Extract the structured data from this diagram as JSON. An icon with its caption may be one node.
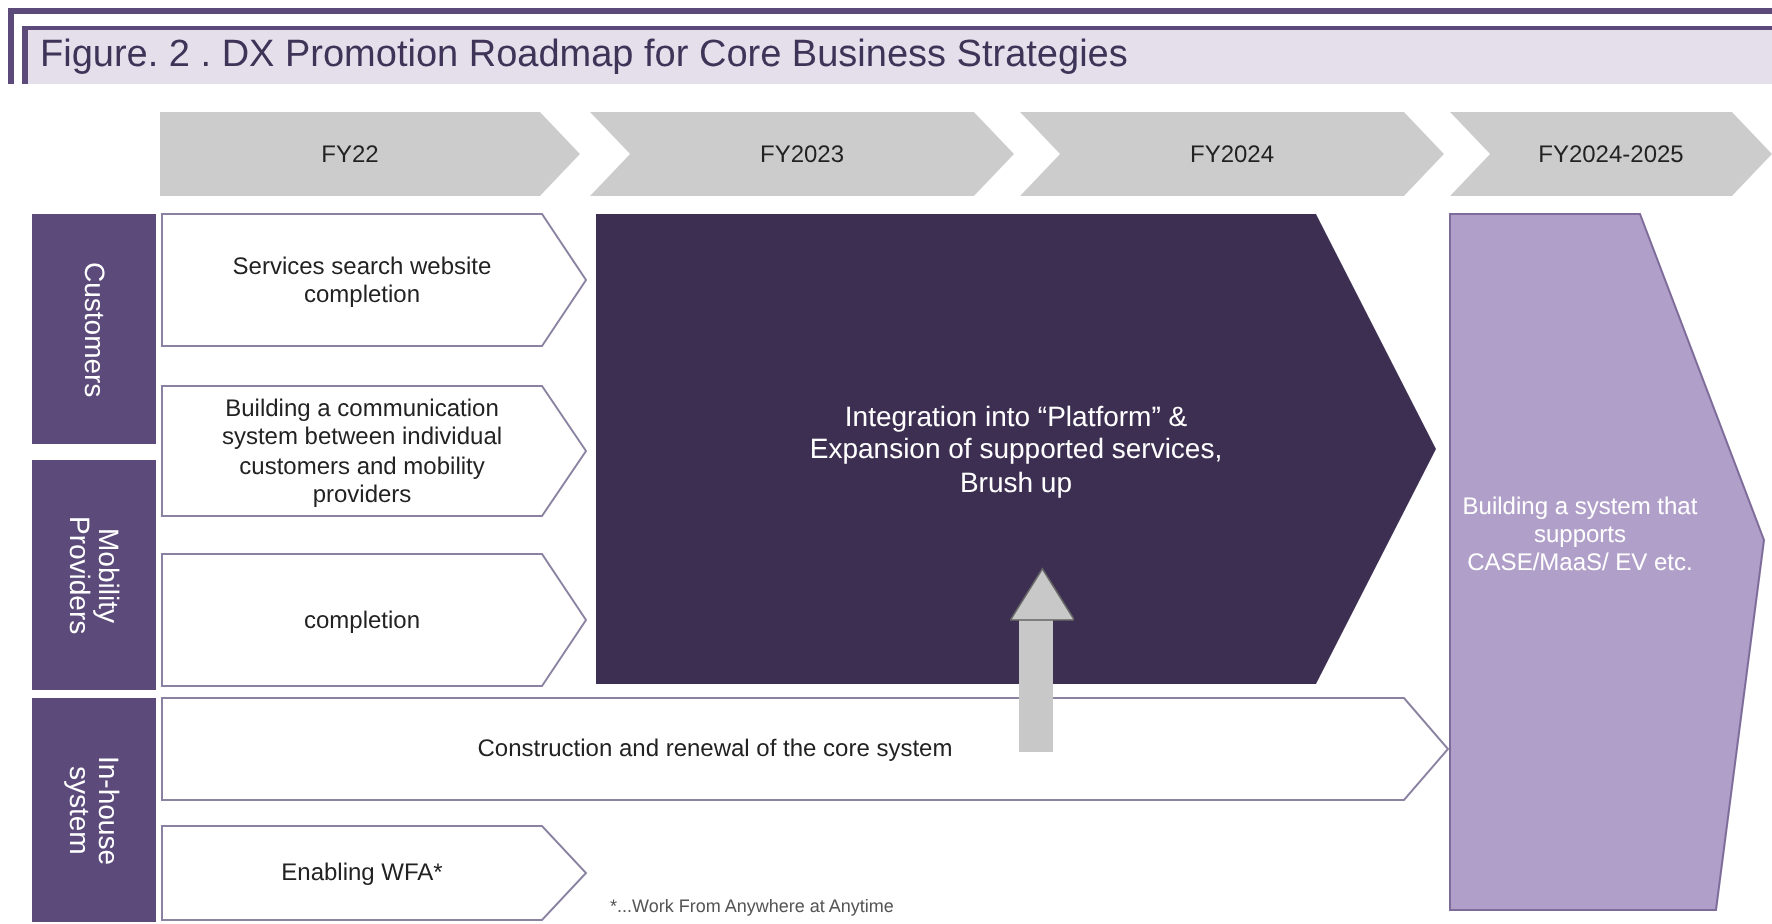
{
  "diagram": {
    "title": "Figure. 2 . DX Promotion Roadmap for Core Business Strategies",
    "nodes": [
      {
        "text": [
          "FY22"
        ]
      },
      {
        "text": [
          "FY2023"
        ]
      },
      {
        "text": [
          "FY2024"
        ]
      },
      {
        "text": [
          "FY2024-2025"
        ]
      },
      {
        "text": [
          "Customers"
        ]
      },
      {
        "text": [
          "Mobility Providers"
        ]
      },
      {
        "text": [
          "In-house system"
        ]
      },
      {
        "text": [
          "Services search website completion"
        ]
      },
      {
        "text": [
          "Building a communication system between individual customers and mobility providers"
        ]
      },
      {
        "text": [
          "completion"
        ]
      },
      {
        "text": [
          "Construction and renewal of the core system"
        ]
      },
      {
        "text": [
          "Enabling WFA*"
        ]
      },
      {
        "text": [
          "Integration into “Platform” & Expansion of supported services, Brush up"
        ]
      },
      {
        "text": [
          "Building a system that supports CASE/MaaS/ EV etc."
        ]
      }
    ],
    "edges": [
      {
        "from": 10,
        "to": 12,
        "arrow": "to",
        "color": "#c8c8c8"
      }
    ],
    "labels": [
      "*...Work From Anywhere at Anytime"
    ]
  }
}
